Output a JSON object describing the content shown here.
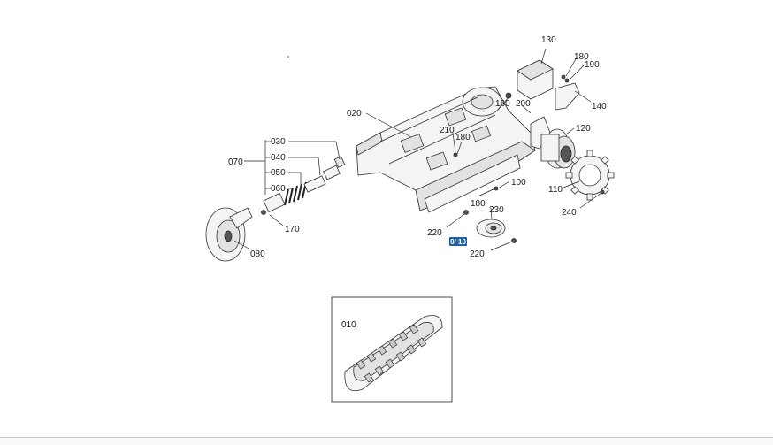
{
  "parts": [
    {
      "id": "010",
      "label": "010"
    },
    {
      "id": "020",
      "label": "020"
    },
    {
      "id": "030",
      "label": "030"
    },
    {
      "id": "040",
      "label": "040"
    },
    {
      "id": "050",
      "label": "050"
    },
    {
      "id": "060",
      "label": "060"
    },
    {
      "id": "070",
      "label": "070"
    },
    {
      "id": "080",
      "label": "080"
    },
    {
      "id": "100",
      "label": "100"
    },
    {
      "id": "110",
      "label": "110"
    },
    {
      "id": "120",
      "label": "120"
    },
    {
      "id": "130",
      "label": "130"
    },
    {
      "id": "140",
      "label": "140"
    },
    {
      "id": "160",
      "label": "160"
    },
    {
      "id": "170",
      "label": "170"
    },
    {
      "id": "180a",
      "label": "180"
    },
    {
      "id": "180b",
      "label": "180"
    },
    {
      "id": "180c",
      "label": "180"
    },
    {
      "id": "190",
      "label": "190"
    },
    {
      "id": "200",
      "label": "200"
    },
    {
      "id": "210",
      "label": "210"
    },
    {
      "id": "220a",
      "label": "220"
    },
    {
      "id": "220b",
      "label": "220"
    },
    {
      "id": "230",
      "label": "230"
    },
    {
      "id": "240",
      "label": "240"
    }
  ],
  "badge": {
    "text": "0/ 10",
    "color": "#1f5fa8"
  },
  "colors": {
    "line": "#222222",
    "part_fill": "#f4f4f4",
    "part_shade": "#e2e2e2"
  }
}
